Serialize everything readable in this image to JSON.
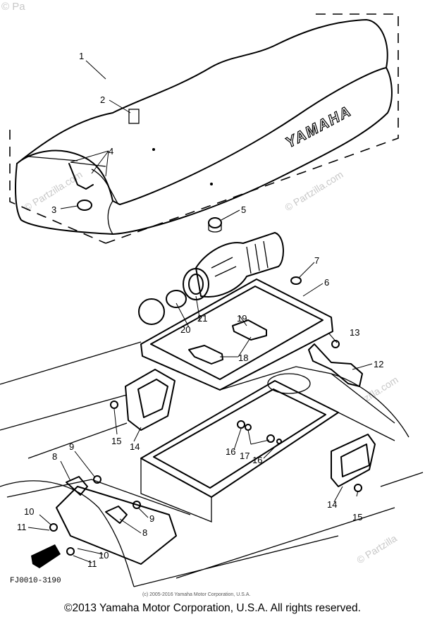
{
  "diagram": {
    "brand_text": "YAMAHA",
    "drawing_code": "FJ0010-3190",
    "small_copyright": "(c) 2005-2016 Yamaha Motor Corporation, U.S.A.",
    "watermark": "© Partzilla.com",
    "watermark_short": "© Partzilla",
    "watermark_corner": "© Pa",
    "watermark_right": "zilla.com",
    "part_labels": {
      "p1": "1",
      "p2": "2",
      "p3": "3",
      "p4": "4",
      "p5": "5",
      "p6": "6",
      "p7": "7",
      "p8": "8",
      "p9": "9",
      "p10": "10",
      "p11": "11",
      "p12": "12",
      "p13": "13",
      "p14": "14",
      "p15": "15",
      "p16": "16",
      "p17": "17",
      "p18": "18",
      "p19": "19",
      "p20": "20",
      "p21": "21"
    }
  },
  "footer": {
    "copyright": "©2013 Yamaha Motor Corporation, U.S.A. All rights reserved."
  }
}
